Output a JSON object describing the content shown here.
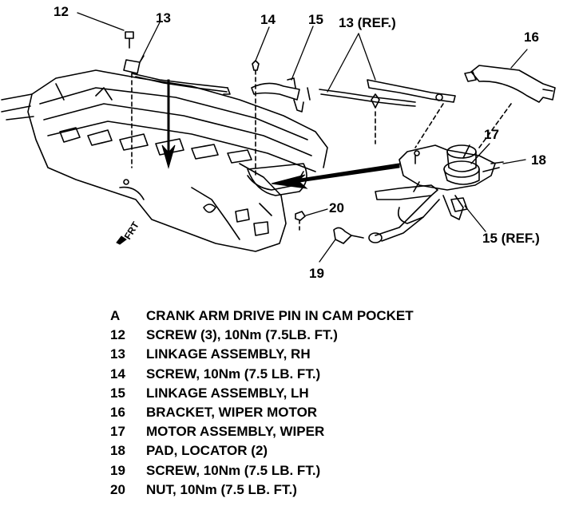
{
  "callouts": {
    "c12": "12",
    "c13": "13",
    "c14": "14",
    "c15": "15",
    "c13ref": "13 (REF.)",
    "c16": "16",
    "c17": "17",
    "c18": "18",
    "c20": "20",
    "c19": "19",
    "c15ref": "15 (REF.)",
    "frt": "FRT"
  },
  "legend": [
    {
      "key": "A",
      "text": "CRANK ARM DRIVE PIN IN CAM POCKET"
    },
    {
      "key": "12",
      "text": "SCREW (3), 10Nm (7.5LB. FT.)"
    },
    {
      "key": "13",
      "text": "LINKAGE ASSEMBLY, RH"
    },
    {
      "key": "14",
      "text": "SCREW, 10Nm (7.5 LB. FT.)"
    },
    {
      "key": "15",
      "text": "LINKAGE ASSEMBLY, LH"
    },
    {
      "key": "16",
      "text": "BRACKET, WIPER MOTOR"
    },
    {
      "key": "17",
      "text": "MOTOR ASSEMBLY, WIPER"
    },
    {
      "key": "18",
      "text": "PAD, LOCATOR (2)"
    },
    {
      "key": "19",
      "text": "SCREW, 10Nm (7.5 LB. FT.)"
    },
    {
      "key": "20",
      "text": "NUT, 10Nm (7.5 LB. FT.)"
    }
  ]
}
